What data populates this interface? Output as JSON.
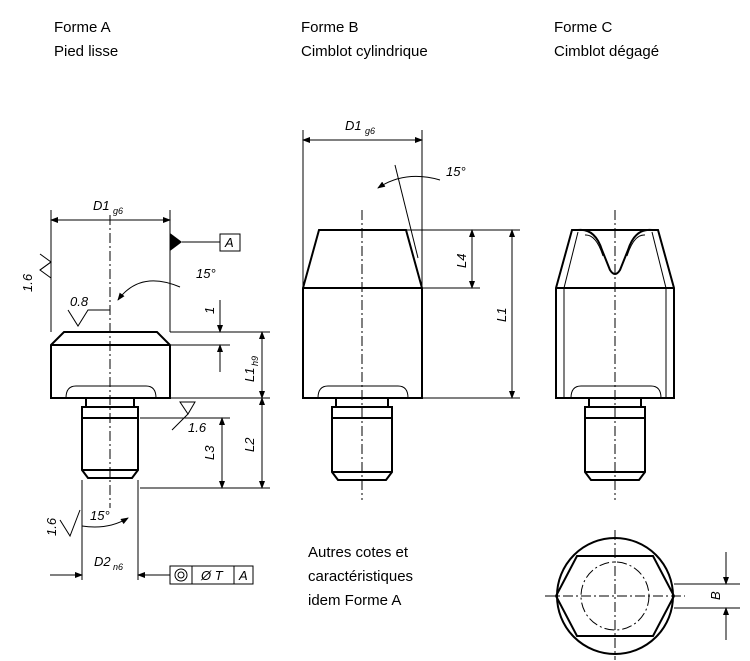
{
  "forms": {
    "a": {
      "title": "Forme A",
      "subtitle": "Pied lisse"
    },
    "b": {
      "title": "Forme B",
      "subtitle": "Cimblot cylindrique"
    },
    "c": {
      "title": "Forme C",
      "subtitle": "Cimblot dégagé"
    }
  },
  "dims": {
    "d1": "D1",
    "d1_tol": "g6",
    "d2": "D2",
    "d2_tol": "n6",
    "l1": "L1",
    "l1_tol": "h9",
    "l2": "L2",
    "l3": "L3",
    "l4": "L4",
    "one": "1",
    "b": "B",
    "angle": "15°",
    "rough_16": "1.6",
    "rough_08": "0.8",
    "datum": "A",
    "tol_sym": "Ø T",
    "tol_ref": "A"
  },
  "note": {
    "line1": "Autres cotes et",
    "line2": "caractéristiques",
    "line3": "idem Forme A"
  }
}
